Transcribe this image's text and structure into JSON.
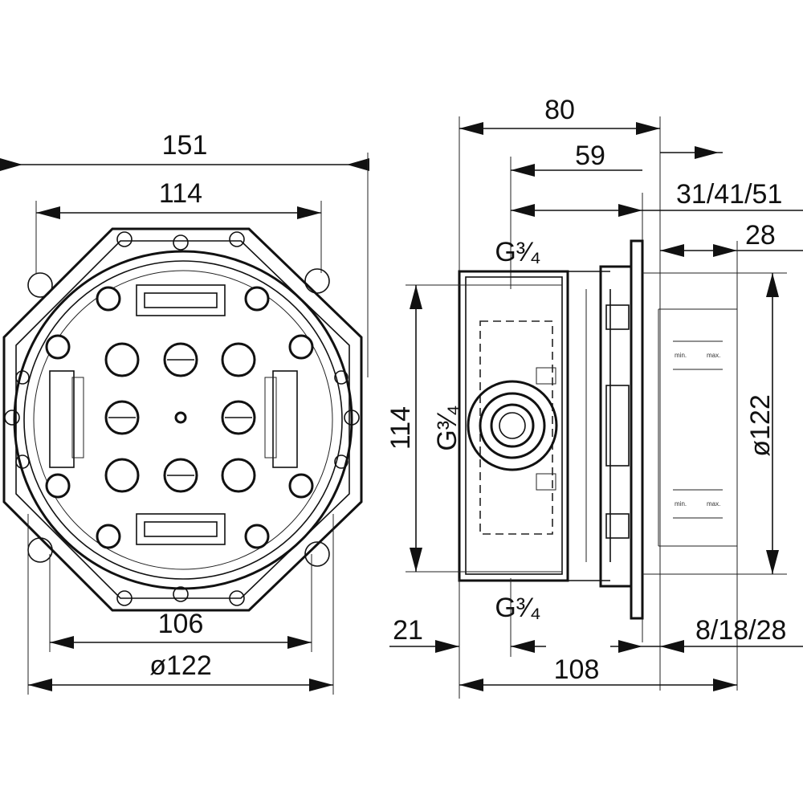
{
  "front_view": {
    "dim_overall_width": "151",
    "dim_inner_width": "114",
    "dim_bottom_width": "106",
    "dim_diameter": "ø122"
  },
  "side_view": {
    "dim_depth_80": "80",
    "dim_depth_59": "59",
    "dim_wall_range": "31/41/51",
    "dim_28": "28",
    "thread_top": "G³⁄₄",
    "thread_side": "G³⁄₄",
    "thread_bottom": "G³⁄₄",
    "dim_height_114": "114",
    "dim_diameter": "ø122",
    "dim_21": "21",
    "dim_108": "108",
    "dim_finish_range": "8/18/28"
  }
}
